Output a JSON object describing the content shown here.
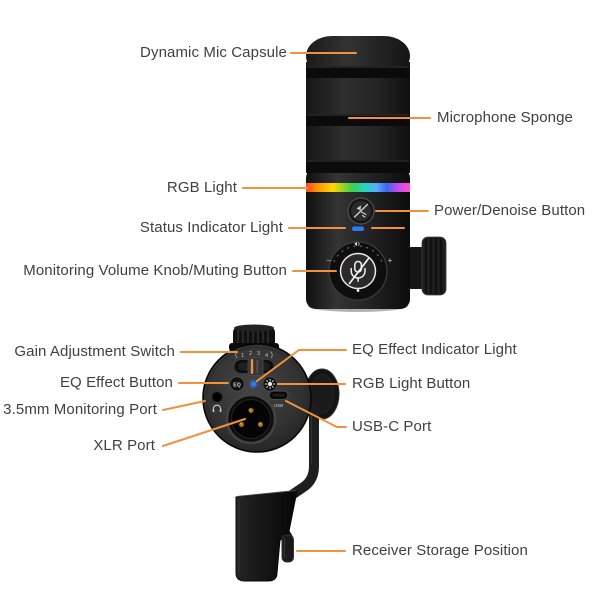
{
  "diagram": {
    "accent_color": "#F0923D",
    "label_color": "#3F4045",
    "status_led_color": "#2E7BF6",
    "rgb_strip_colors": [
      "#ff4b1f",
      "#ff9800",
      "#ffd600",
      "#3ecf4a",
      "#27d3c0",
      "#5aa7ff",
      "#3e66f0",
      "#c44bf0",
      "#ff4fd0"
    ],
    "labels": {
      "dynamic_mic_capsule": "Dynamic Mic Capsule",
      "microphone_sponge": "Microphone Sponge",
      "rgb_light": "RGB Light",
      "power_denoise_button": "Power/Denoise Button",
      "status_indicator_light": "Status Indicator Light",
      "monitoring_volume_knob": "Monitoring Volume Knob/Muting Button",
      "gain_adjustment_switch": "Gain Adjustment Switch",
      "eq_effect_indicator_light": "EQ Effect Indicator Light",
      "eq_effect_button": "EQ Effect Button",
      "rgb_light_button": "RGB Light Button",
      "monitoring_port_35mm": "3.5mm Monitoring Port",
      "usb_c_port": "USB-C Port",
      "xlr_port": "XLR Port",
      "receiver_storage_position": "Receiver Storage Position"
    },
    "device_markings": {
      "gain_marks": [
        "1",
        "2",
        "3",
        "4"
      ],
      "eq_button": "EQ",
      "usb_port": "USB",
      "volume_plus": "+",
      "volume_minus": "–"
    }
  }
}
